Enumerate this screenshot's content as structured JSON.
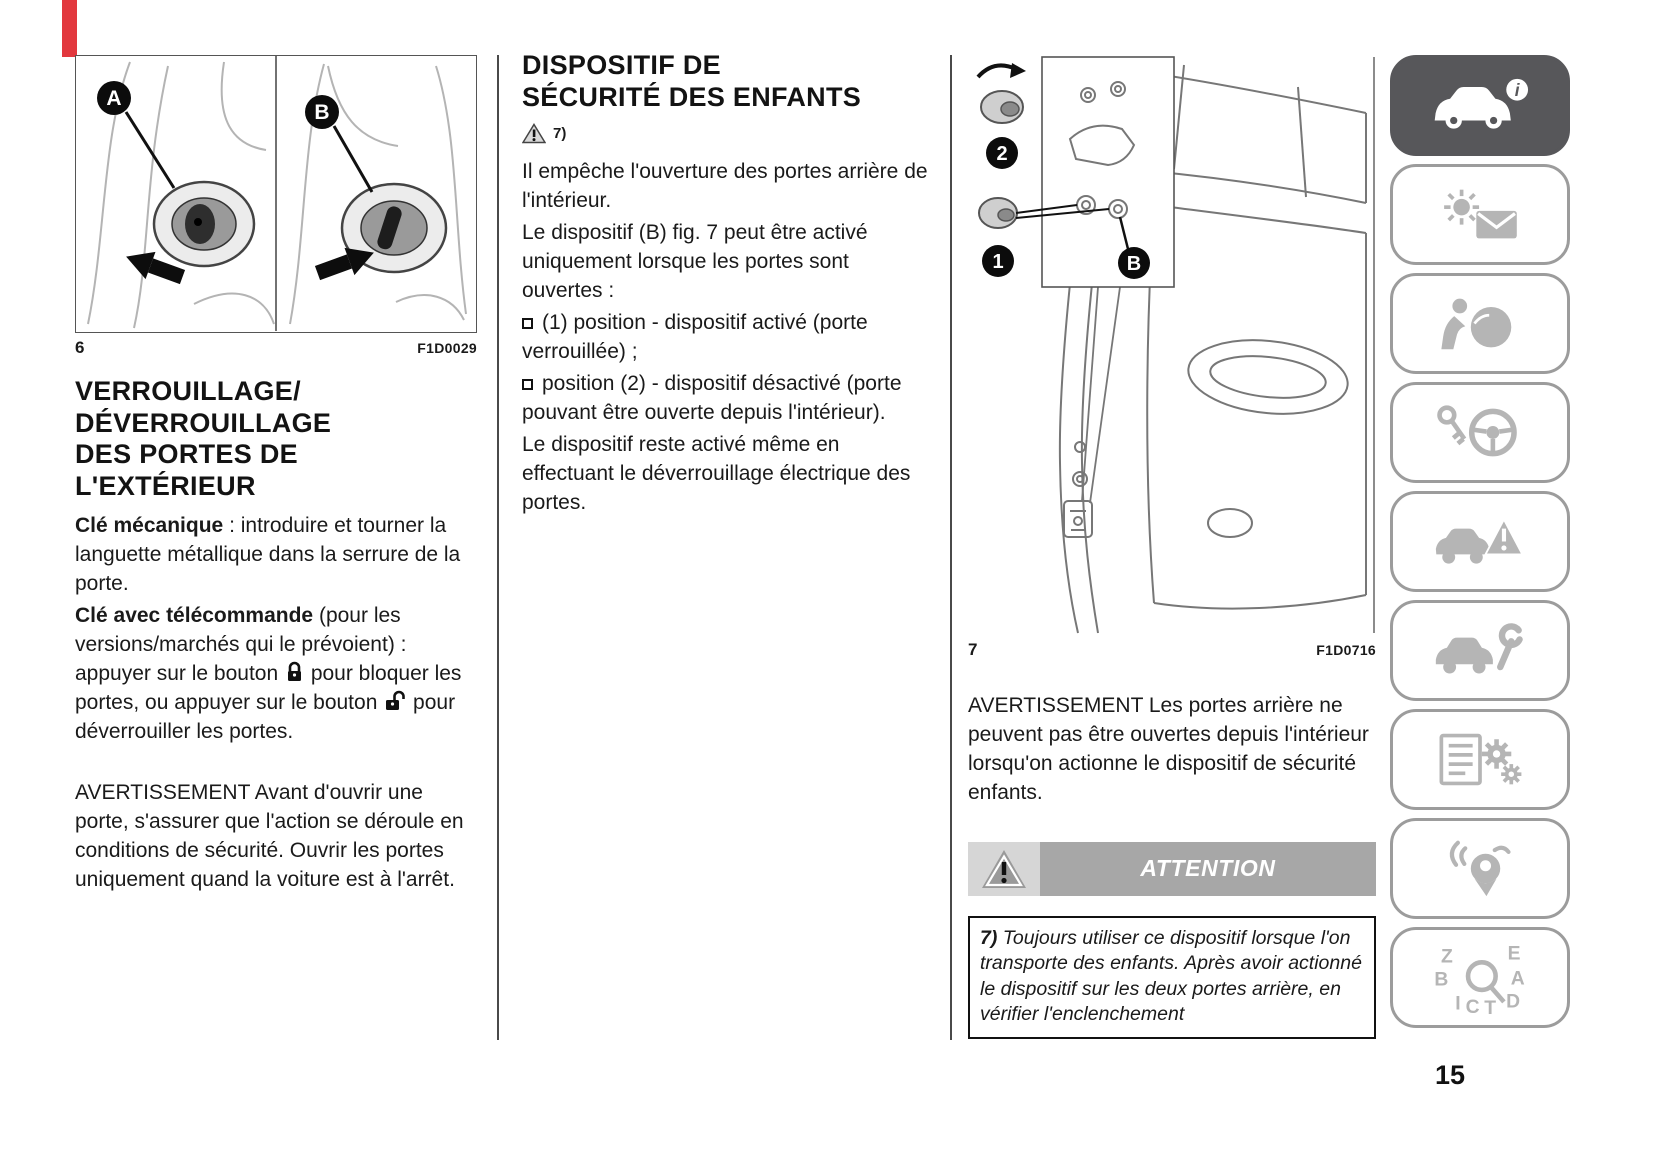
{
  "page": {
    "number": "15"
  },
  "colors": {
    "corner_red": "#e2383e",
    "attention_banner_gray": "#a7a7a7",
    "sidebar_active_gray": "#57575a",
    "icon_gray": "#b5b5b5"
  },
  "figure6": {
    "label_a": "A",
    "label_b": "B",
    "number": "6",
    "code": "F1D0029"
  },
  "left": {
    "heading": "VERROUILLAGE/\nDÉVERROUILLAGE\nDES PORTES DE\nL'EXTÉRIEUR",
    "p_mech_lead": "Clé mécanique",
    "p_mech_text": " : introduire et tourner la languette métallique dans la serrure de la porte.",
    "p_remote_lead": "Clé avec télécommande",
    "p_remote_part1": " (pour les versions/marchés qui le prévoient) : appuyer sur le bouton ",
    "p_remote_part2": " pour bloquer les portes, ou appuyer sur le bouton ",
    "p_remote_part3": " pour déverrouiller les portes.",
    "warning": "AVERTISSEMENT Avant d'ouvrir une porte, s'assurer que l'action se déroule en conditions de sécurité. Ouvrir les portes uniquement quand la voiture est à l'arrêt."
  },
  "middle": {
    "heading": "DISPOSITIF DE\nSÉCURITÉ DES ENFANTS",
    "note_ref": "7)",
    "p1": "Il empêche l'ouverture des portes arrière de l'intérieur.",
    "p2": "Le dispositif (B) fig. 7 peut être activé uniquement lorsque les portes sont ouvertes :",
    "bullet1": "(1) position - dispositif activé (porte verrouillée) ;",
    "bullet2": "position (2) - dispositif désactivé (porte pouvant être ouverte depuis l'intérieur).",
    "p3": "Le dispositif reste activé même en effectuant le déverrouillage électrique des portes."
  },
  "figure7": {
    "label_1": "1",
    "label_2": "2",
    "label_b": "B",
    "number": "7",
    "code": "F1D0716"
  },
  "right": {
    "warning": "AVERTISSEMENT Les portes arrière ne peuvent pas être ouvertes depuis l'intérieur lorsqu'on actionne le dispositif de sécurité enfants.",
    "attention_label": "ATTENTION",
    "note_lead": "7)",
    "note_text": " Toujours utiliser ce dispositif lorsque l'on transporte des enfants. Après avoir actionné le dispositif sur les deux portes arrière, en vérifier l'enclenchement"
  },
  "glyphs": {
    "info_i": "i"
  },
  "sidebar": {
    "items": [
      {
        "name": "vehicle-overview",
        "icon": "car-info-icon",
        "active": true
      },
      {
        "name": "dashboard-and-messages",
        "icon": "sun-envelope-icon",
        "active": false
      },
      {
        "name": "safety",
        "icon": "airbag-icon",
        "active": false
      },
      {
        "name": "starting-and-driving",
        "icon": "key-steering-wheel-icon",
        "active": false
      },
      {
        "name": "in-emergency",
        "icon": "car-warning-triangle-icon",
        "active": false
      },
      {
        "name": "servicing-and-care",
        "icon": "car-wrench-icon",
        "active": false
      },
      {
        "name": "technical-data",
        "icon": "spec-list-gears-icon",
        "active": false
      },
      {
        "name": "multimedia",
        "icon": "connectivity-pin-icon",
        "active": false
      },
      {
        "name": "alphabetical-index",
        "icon": "alphabetical-index-icon",
        "active": false
      }
    ],
    "index_letters": [
      "Z",
      "E",
      "B",
      "A",
      "I",
      "C",
      "T",
      "D"
    ]
  }
}
